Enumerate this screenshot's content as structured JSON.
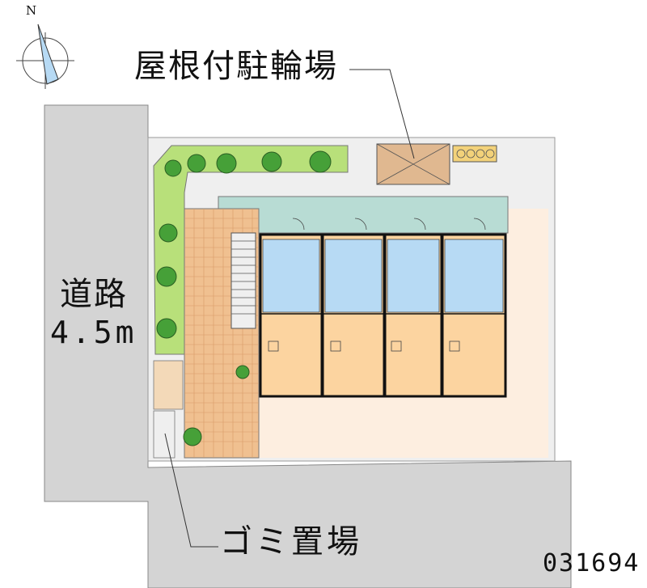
{
  "compass": {
    "north_label": "N"
  },
  "labels": {
    "covered_bicycle_parking": "屋根付駐輪場",
    "road_name": "道路",
    "road_width": "4.5m",
    "garbage_area": "ゴミ置場",
    "property_code": "031694"
  },
  "units": {
    "count": 4
  },
  "colors": {
    "road": "#d4d4d4",
    "site": "#efefef",
    "yard": "#fdeee0",
    "room": "#fcd4a0",
    "wet_area": "#b7daf4",
    "hedge": "#b8e07a",
    "paving": "#f0c090",
    "roof_parking": "#e0b890",
    "walkway_teal": "#b8dcd4"
  }
}
